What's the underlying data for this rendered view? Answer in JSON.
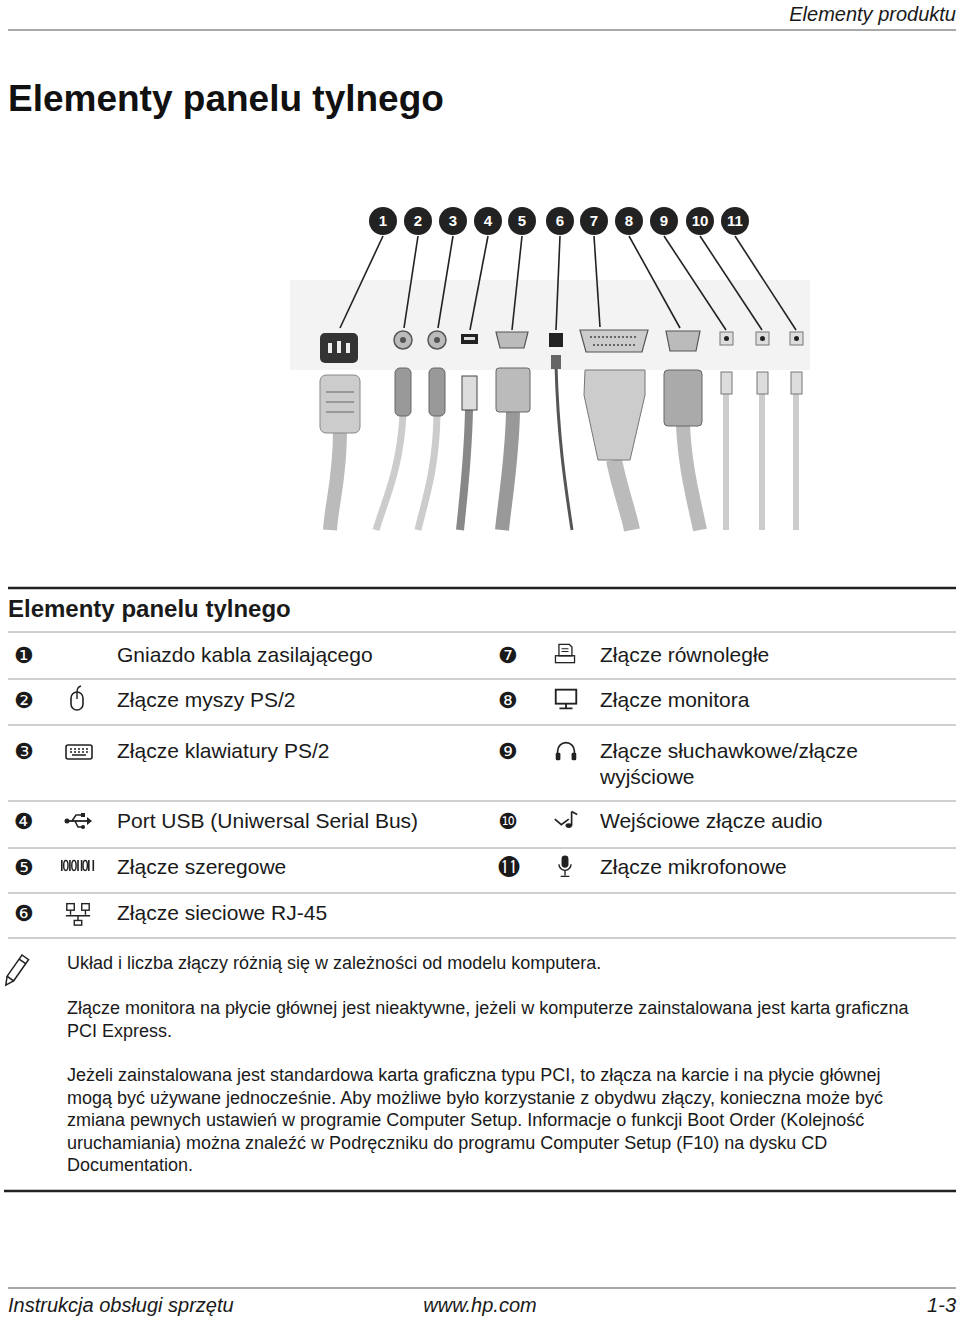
{
  "diagram": {
    "title": "Elementy panelu tylnego",
    "labels": [
      "Elementy produktu",
      "1",
      "2",
      "3",
      "4",
      "5",
      "6",
      "7",
      "8",
      "9",
      "10",
      "11",
      "Elementy panelu tylnego",
      "❶",
      "Gniazdo kabla zasilającego",
      "❼",
      "Złącze równoległe",
      "❷",
      "Złącze myszy PS/2",
      "❽",
      "Złącze monitora",
      "❸",
      "Złącze klawiatury PS/2",
      "❾",
      "Złącze słuchawkowe/złącze wyjściowe",
      "❹",
      "Port USB (Uniwersal Serial Bus)",
      "❿",
      "Wejściowe złącze audio",
      "❺",
      "Złącze szeregowe",
      "⓫",
      "Złącze mikrofonowe",
      "❻",
      "Złącze sieciowe RJ-45",
      "Układ i liczba złączy różnią się w zależności od modelu komputera.",
      "Złącze monitora na płycie głównej jest nieaktywne, jeżeli w komputerze zainstalowana jest karta graficzna PCI Express.",
      "Jeżeli zainstalowana jest standardowa karta graficzna typu PCI, to złącza na karcie i na płycie głównej mogą być używane jednocześnie. Aby możliwe było korzystanie z obydwu złączy, konieczna może być zmiana pewnych ustawień w programie Computer Setup. Informacje o funkcji Boot Order (Kolejność uruchamiania) można znaleźć w Podręczniku do programu Computer Setup (F10) na dysku CD Documentation.",
      "Instrukcja obsługi sprzętu",
      "www.hp.com",
      "1-3"
    ]
  }
}
